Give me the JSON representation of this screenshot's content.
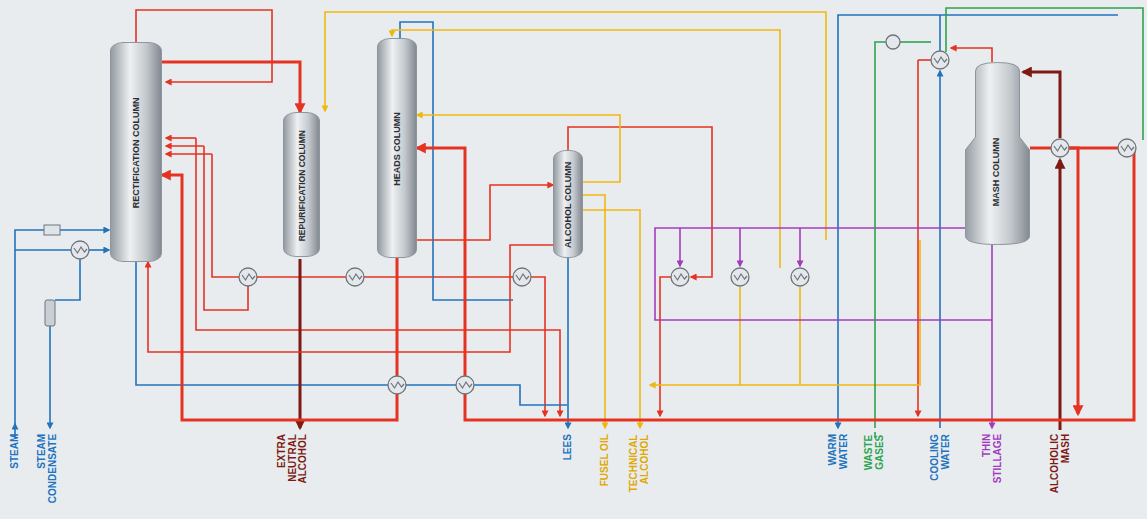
{
  "diagram": {
    "nodes": [
      {
        "text": [
          "RECTIFICATION COLUMN"
        ]
      },
      {
        "text": [
          "REPURIFICATION COLUMN"
        ]
      },
      {
        "text": [
          "HEADS COLUMN"
        ]
      },
      {
        "text": [
          "ALCOHOL COLUMN"
        ]
      },
      {
        "text": [
          "MASH COLUMN"
        ]
      }
    ],
    "edges": [
      {
        "from": 0,
        "to": 1,
        "arrow": "to"
      },
      {
        "from": 2,
        "to": 0,
        "arrow": "to"
      },
      {
        "from": 4,
        "to": 2,
        "arrow": "to"
      },
      {
        "from": 2,
        "to": 3,
        "arrow": "to"
      },
      {
        "from": 3,
        "to": 0,
        "arrow": "to"
      },
      {
        "from": 3,
        "to": 2,
        "arrow": "to"
      }
    ],
    "labels": [
      "STEAM",
      "STEAM CONDENSATE",
      "EXTRA NEUTRAL ALCOHOL",
      "LEES",
      "FUSEL OIL",
      "TECHNICAL ALCOHOL",
      "WARM WATER",
      "WASTE GASES",
      "COOLING WATER",
      "THIN STILLAGE",
      "ALCOHOLIC MASH"
    ]
  }
}
